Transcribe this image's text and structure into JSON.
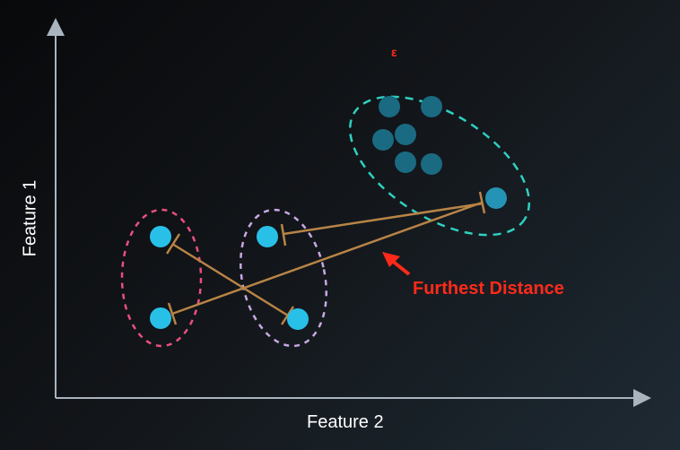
{
  "diagram": {
    "x_axis_label": "Feature 2",
    "y_axis_label": "Feature 1",
    "callout": "Furthest Distance",
    "stray_mark": "ε",
    "colors": {
      "axis": "#a9b4bf",
      "cluster_dark_point": "#1a6a82",
      "outlier_point": "#2593b5",
      "light_point": "#29c0e8",
      "cluster_teal_outline": "#2fd0c0",
      "cluster_pink_outline": "#e8507e",
      "cluster_purple_outline": "#c8a8e4",
      "distance_line": "#b88446",
      "callout": "#ff2a1a"
    }
  }
}
